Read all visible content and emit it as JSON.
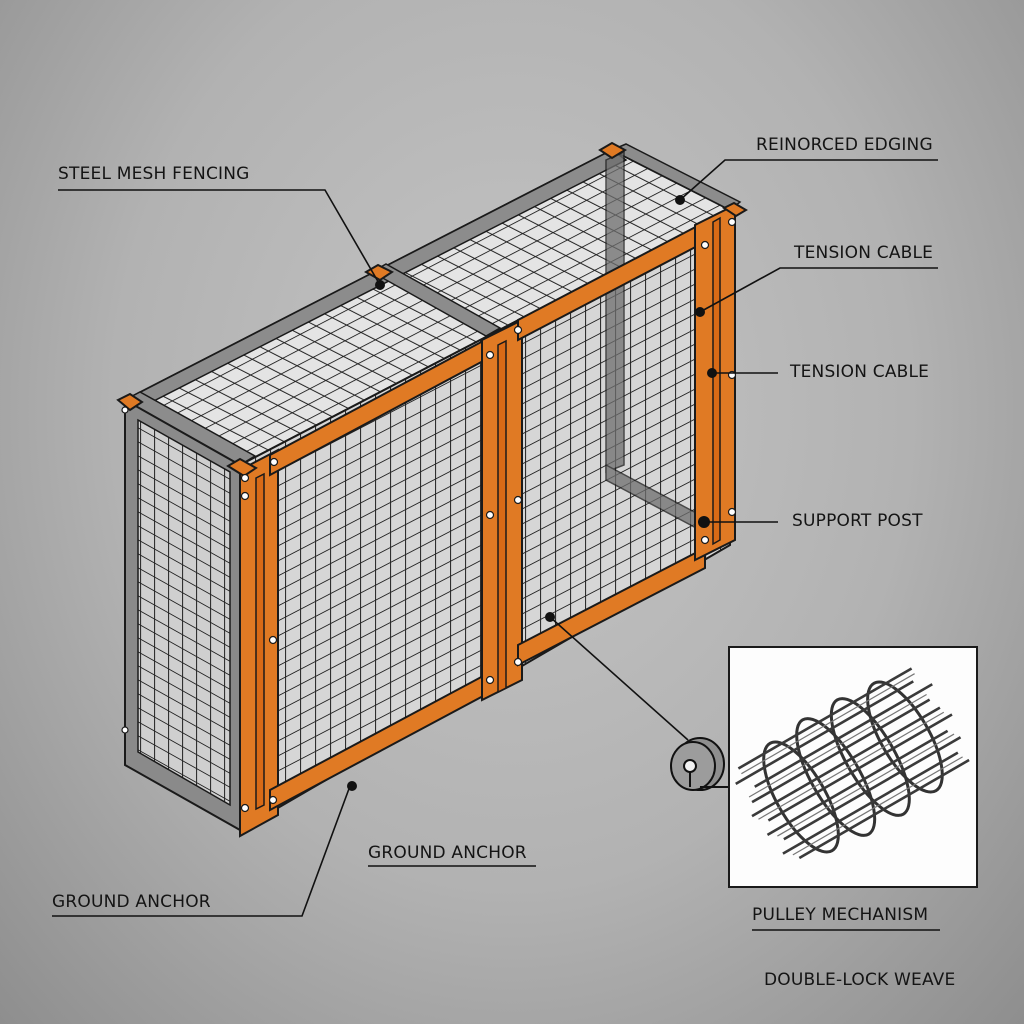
{
  "diagram": {
    "subject": "isometric steel mesh cage with orange reinforced frame",
    "colors": {
      "background": "#b8b8b8",
      "frame_orange": "#e07a24",
      "frame_gray": "#8a8a8a",
      "mesh": "#2a2a2a",
      "leader_line": "#111111"
    },
    "labels": [
      {
        "id": "steel-mesh-fencing",
        "text": "STEEL MESH FENCING"
      },
      {
        "id": "reinforced-edging",
        "text": "REINORCED EDGING"
      },
      {
        "id": "tension-cable-1",
        "text": "TENSION CABLE"
      },
      {
        "id": "tension-cable-2",
        "text": "TENSION CABLE"
      },
      {
        "id": "support-post",
        "text": "SUPPORT POST"
      },
      {
        "id": "ground-anchor-1",
        "text": "GROUND ANCHOR"
      },
      {
        "id": "ground-anchor-2",
        "text": "GROUND ANCHOR"
      },
      {
        "id": "pulley-mechanism",
        "text": "PULLEY MECHANISM"
      },
      {
        "id": "double-lock-weave",
        "text": "DOUBLE-LOCK WEAVE"
      }
    ],
    "inset": {
      "subject": "double-lock woven steel cylinder detail"
    },
    "pulley": {
      "subject": "pulley wheel"
    }
  }
}
